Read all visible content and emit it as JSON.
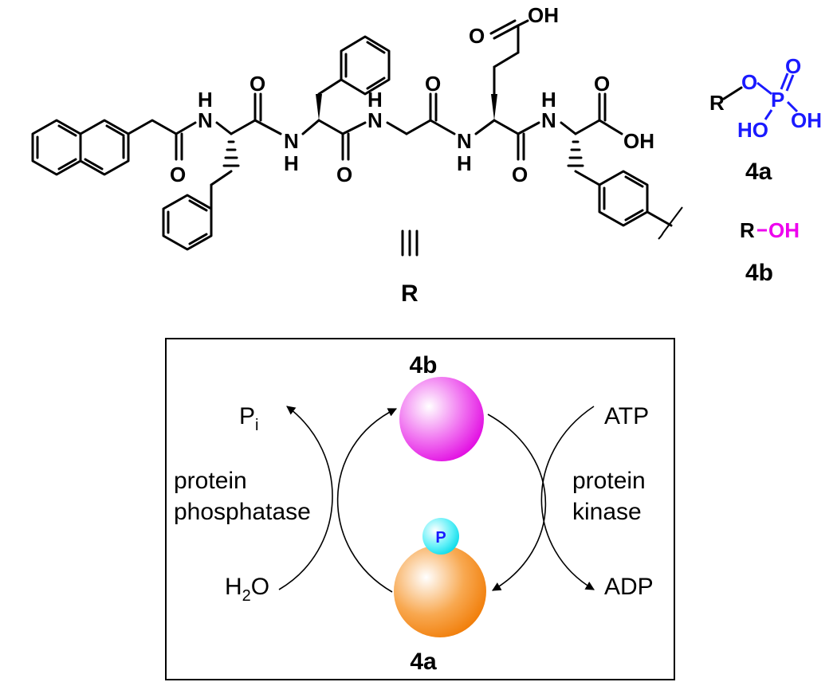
{
  "structure": {
    "label": "R",
    "atoms": {
      "nh": "H",
      "n": "N",
      "o": "O",
      "oh": "OH"
    }
  },
  "compounds": {
    "a": {
      "label": "4a",
      "r": "R",
      "o1": "O",
      "p": "P",
      "o2": "O",
      "ho": "HO",
      "oh": "OH"
    },
    "b": {
      "label": "4b",
      "r": "R",
      "oh": "OH"
    }
  },
  "cycle": {
    "top_label": "4b",
    "bottom_label": "4a",
    "phospho_badge": "P",
    "left": {
      "product": "P",
      "product_sub": "i",
      "enzyme_line1": "protein",
      "enzyme_line2": "phosphatase",
      "reagent": "H",
      "reagent_sub": "2",
      "reagent_tail": "O"
    },
    "right": {
      "reagent": "ATP",
      "enzyme_line1": "protein",
      "enzyme_line2": "kinase",
      "product": "ADP"
    }
  },
  "colors": {
    "phosphate": "#1a1aff",
    "hydroxyl": "#ee00ee",
    "sphere_4b": "#e000e0",
    "sphere_4a": "#f07800",
    "badge": "#00e0f0"
  }
}
